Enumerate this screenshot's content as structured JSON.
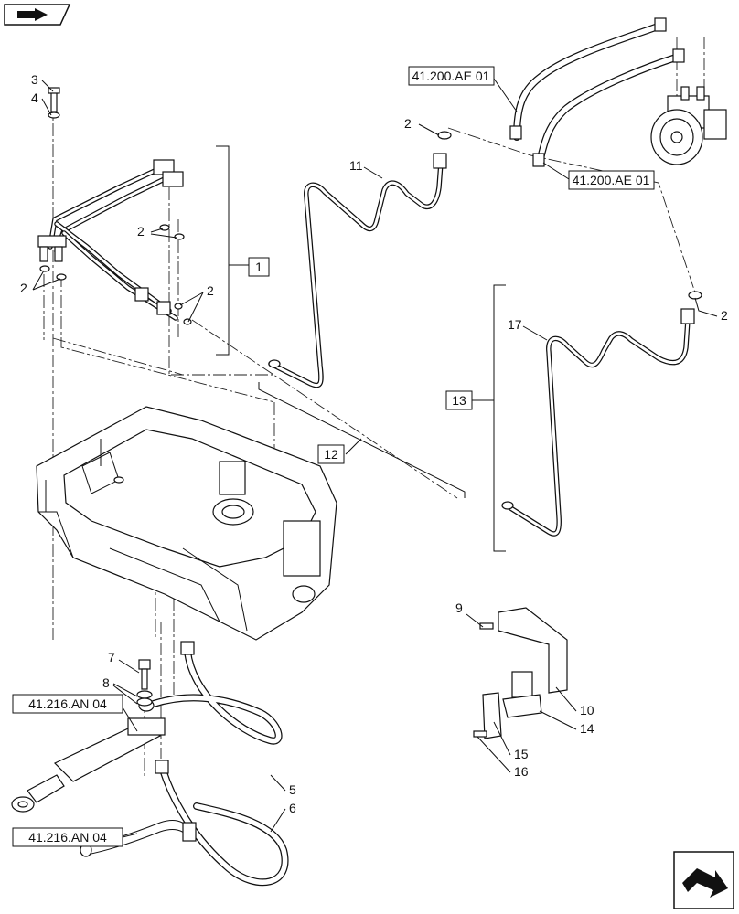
{
  "callouts": [
    "1",
    "2",
    "3",
    "4",
    "5",
    "6",
    "7",
    "8",
    "9",
    "10",
    "11",
    "12",
    "13",
    "14",
    "15",
    "16",
    "17"
  ],
  "refs": {
    "top_left": "41.200.AE 01",
    "top_right": "41.200.AE 01",
    "bottom_upper": "41.216.AN 04",
    "bottom_lower": "41.216.AN 04"
  },
  "icons": {
    "top_left": "navigation-arrow-icon",
    "bottom_right": "navigation-arrow-icon"
  }
}
